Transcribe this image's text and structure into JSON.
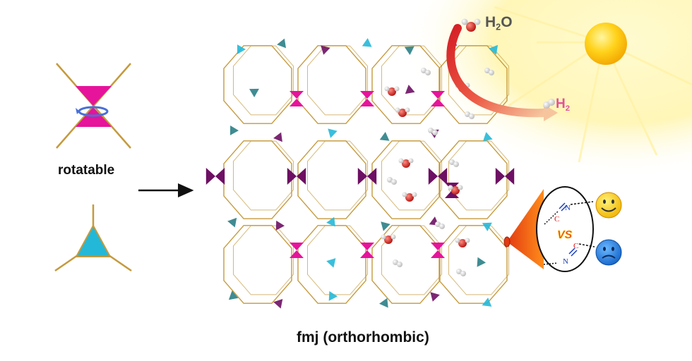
{
  "labels": {
    "rotatable": "rotatable",
    "framework": "fmj (orthorhombic)",
    "water_main": "H",
    "water_sub": "2",
    "water_tail": "O",
    "hydrogen_main": "H",
    "hydrogen_sub": "2",
    "versus": "VS",
    "atom_n": "N",
    "atom_c": "C"
  },
  "colors": {
    "magenta_tetra": "#e6139b",
    "purple_tetra": "#6d0f63",
    "cyan_tri": "#23b8d8",
    "teal_tetra": "#2a7f86",
    "linker": "#c59a3d",
    "sun": "#ffd21a",
    "glow": "#fff5b8",
    "arrow_red": "#e8262a",
    "arrow_tan": "#f1a77a"
  },
  "icons": [
    "rotating-arrow-icon",
    "sun-icon",
    "happy-face-icon",
    "sad-face-icon",
    "water-molecule-icon",
    "hydrogen-molecule-icon"
  ]
}
